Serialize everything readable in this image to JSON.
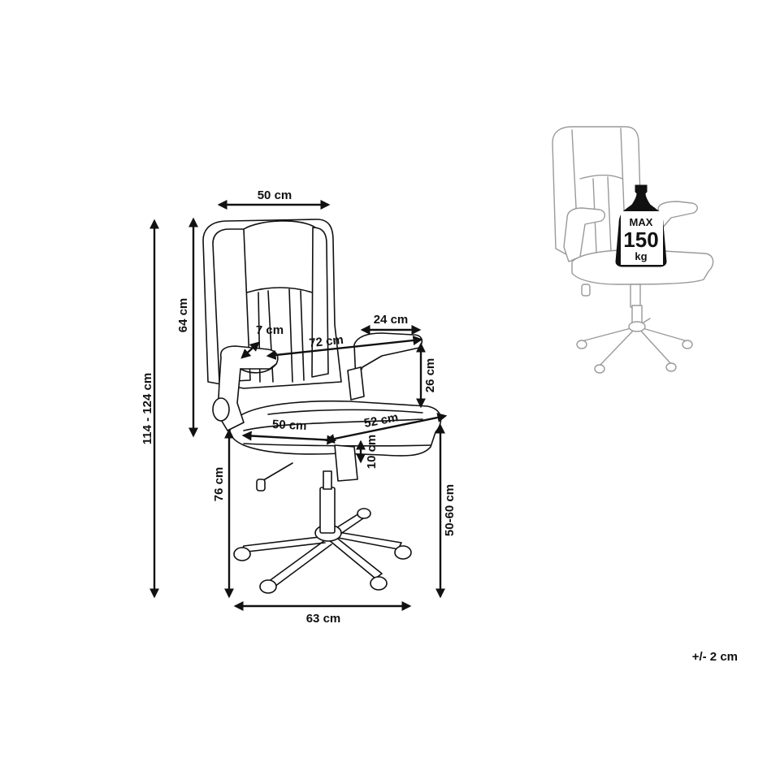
{
  "diagram": {
    "dimensions": {
      "total_height": "114 - 124 cm",
      "backrest_height": "64 cm",
      "backrest_width": "50 cm",
      "armrest_width": "7 cm",
      "armrest_span": "72 cm",
      "armrest_length": "24 cm",
      "armrest_height": "26 cm",
      "seat_width": "50 cm",
      "seat_depth": "52 cm",
      "seat_thickness": "10 cm",
      "seat_total_height": "76 cm",
      "seat_height": "50-60 cm",
      "base_width": "63 cm"
    },
    "load_badge": {
      "label_top": "MAX",
      "value": "150",
      "unit": "kg"
    },
    "tolerance": "+/- 2 cm"
  }
}
